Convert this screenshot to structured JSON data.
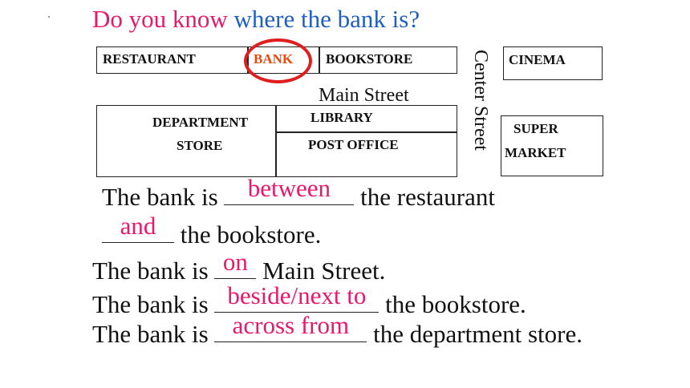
{
  "title": {
    "part1": "Do you know",
    "part2": "where the bank is?",
    "color_pink": "#e8186c",
    "color_blue": "#1f5fbf"
  },
  "map": {
    "restaurant": "RESTAURANT",
    "bank": "BANK",
    "bookstore": "BOOKSTORE",
    "cinema": "CINEMA",
    "main_street": "Main Street",
    "center_street": "Center Street",
    "department_line1": "DEPARTMENT",
    "department_line2": "STORE",
    "library": "LIBRARY",
    "post_office": "POST OFFICE",
    "super_line1": "SUPER",
    "super_line2": "MARKET",
    "bank_color": "#e8480c",
    "circle_color": "#e01e1e"
  },
  "sentences": [
    {
      "pre": "The bank is",
      "answer": "between",
      "post": "the restaurant"
    },
    {
      "pre": "",
      "answer": "and",
      "post": "the bookstore."
    },
    {
      "pre": "The bank is",
      "answer": "on",
      "post": "Main Street."
    },
    {
      "pre": "The bank is",
      "answer": "beside/next to",
      "post": "the bookstore."
    },
    {
      "pre": "The  bank is",
      "answer": "across from",
      "post": "the department store."
    }
  ]
}
